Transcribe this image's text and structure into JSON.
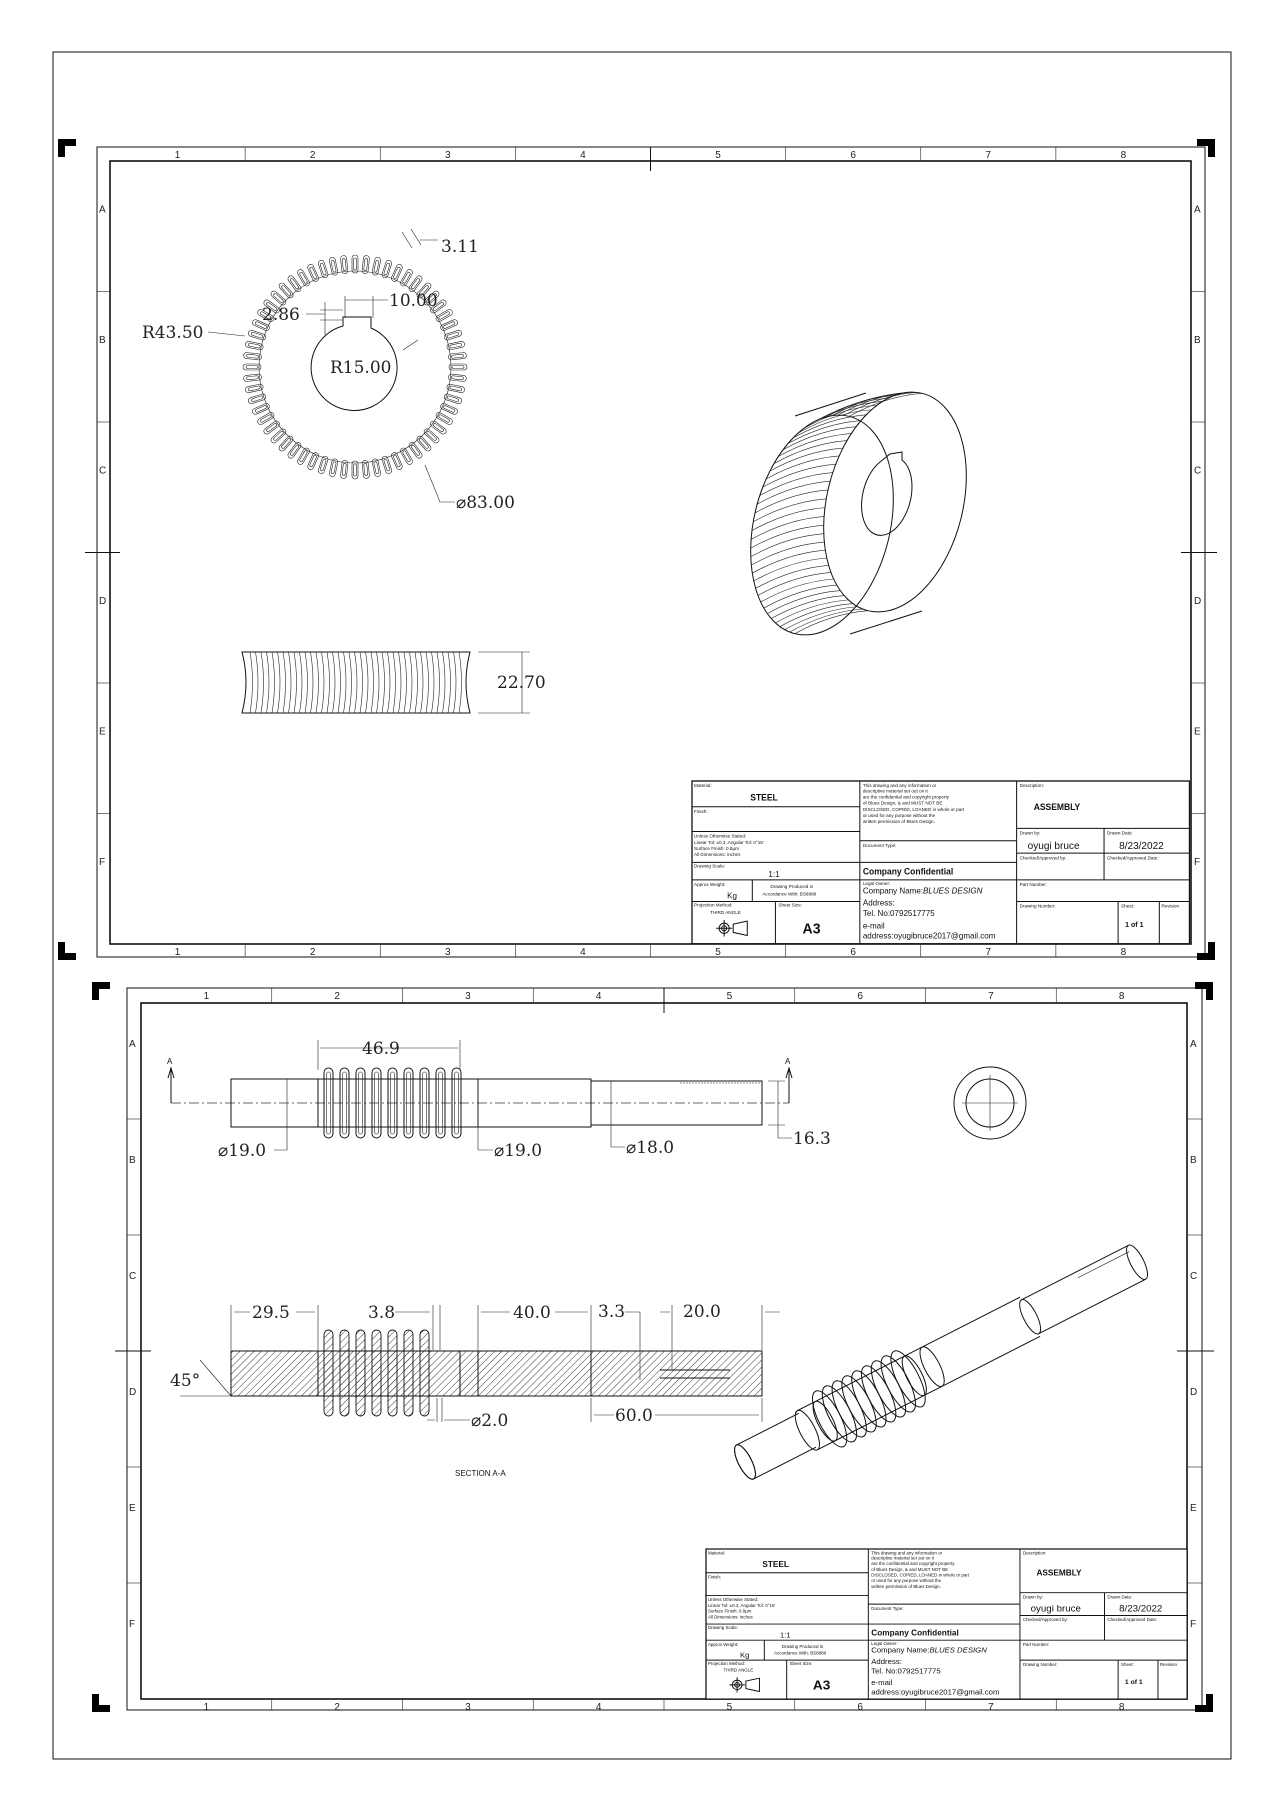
{
  "zones": {
    "columns": [
      "1",
      "2",
      "3",
      "4",
      "5",
      "6",
      "7",
      "8"
    ],
    "rows": [
      "A",
      "B",
      "C",
      "D",
      "E",
      "F"
    ]
  },
  "sheet1": {
    "dims": {
      "tooth_width": "3.11",
      "keyway_width": "10.00",
      "keyway_depth": "2.86",
      "outer_radius": "R43.50",
      "bore_radius": "R15.00",
      "outer_diameter": "⌀83.00",
      "face_width": "22.70"
    }
  },
  "sheet2": {
    "section_marker": "A",
    "section_caption": "SECTION A-A",
    "dims": {
      "thread_length": "46.9",
      "dia_left": "⌀19.0",
      "dia_mid": "⌀19.0",
      "dia_right": "⌀18.0",
      "keyway_depth": "16.3",
      "len_left": "29.5",
      "thread_pitch": "3.8",
      "len_mid": "40.0",
      "keyway_width": "3.3",
      "keyway_length": "20.0",
      "chamfer": "45°",
      "groove_dia": "⌀2.0",
      "len_right": "60.0"
    }
  },
  "title_block": {
    "material_label": "Material:",
    "material": "STEEL",
    "finish_label": "Finish:",
    "tolerance_lines": [
      "Unless Otherwise Stated:",
      "Linear Tol: ±0.3, Angular Tol: 0°15'",
      "Surface Finish: 0.8μm",
      "All Dimensions: inches"
    ],
    "scale_label": "Drawing Scale:",
    "scale": "1:1",
    "weight_label": "Approx Weight:",
    "weight_unit": "Kg",
    "standard_lines": [
      "Drawing Produced in",
      "Accordance With: BS8888"
    ],
    "projection_label": "Projection Method:",
    "projection": "THIRD ANGLE",
    "sheet_size_label": "Sheet Size:",
    "sheet_size": "A3",
    "disclaimer_lines": [
      "This drawing and any information or",
      "descriptive material set out on it",
      "are the confidential and copyright property",
      "of Blues Design, & and MUST NOT BE",
      "DISCLOSED, COPIED, LOANED in whole or part",
      "or used for any purpose without the",
      "written permission of Blues Design."
    ],
    "document_type_label": "Document Type:",
    "confidential": "Company Confidential",
    "legal_owner_label": "Legal Owner:",
    "company_name_label": "Company Name:",
    "company_name": "BLUES DESIGN",
    "address_label": "Address:",
    "tel": "Tel. No:0792517775",
    "email_label": "e-mail",
    "email": "address:oyugibruce2017@gmail.com",
    "description_label": "Description:",
    "description": "ASSEMBLY",
    "drawn_by_label": "Drawn by:",
    "drawn_by": "oyugi bruce",
    "drawn_date_label": "Drawn Date:",
    "drawn_date": "8/23/2022",
    "checked_by_label": "Checked/Approved by:",
    "checked_date_label": "Checked/Approved Date:",
    "part_number_label": "Part Number:",
    "drawing_number_label": "Drawing Number:",
    "sheet_label": "Sheet:",
    "sheet": "1 of 1",
    "revision_label": "Revision"
  }
}
